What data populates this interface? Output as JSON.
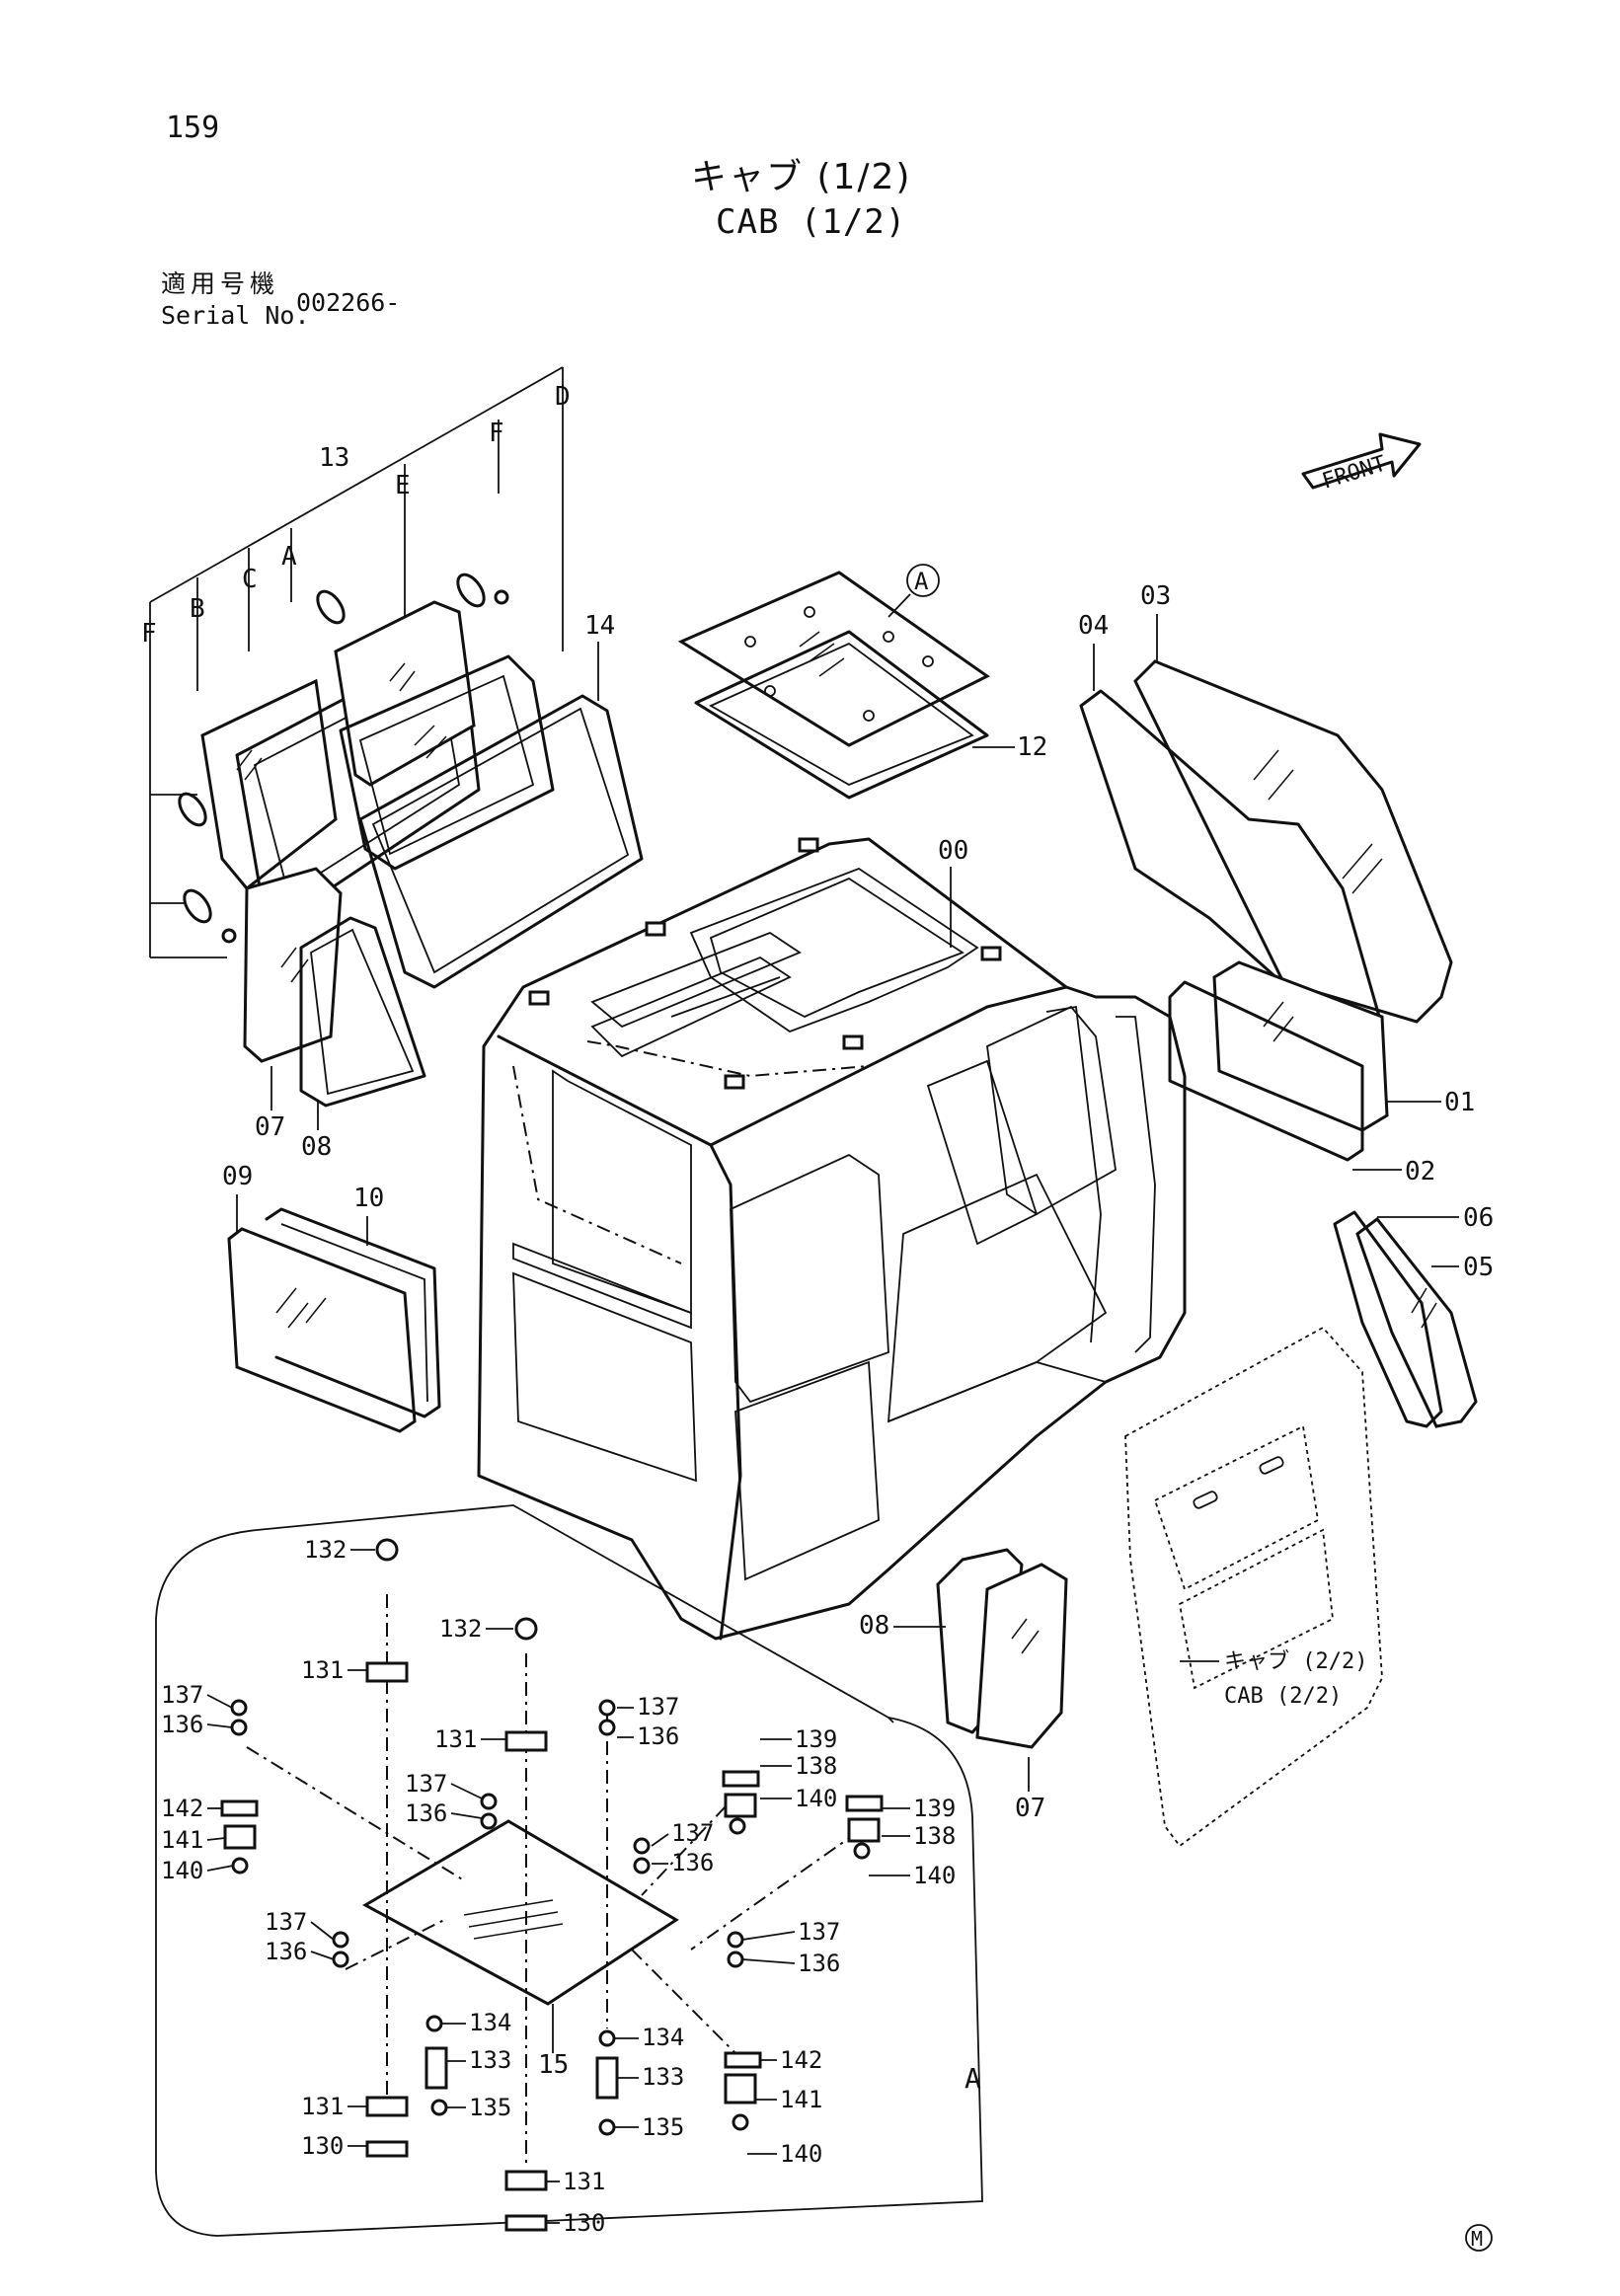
{
  "header": {
    "page_number": "159",
    "title_jp": "キャブ (1/2)",
    "title_en": "CAB (1/2)",
    "serial_label_jp": "適用号機",
    "serial_label_en": "Serial No.",
    "serial_value": "002266-"
  },
  "front_indicator": "FRONT",
  "view_marker": "A",
  "detail_letter": "A",
  "group_letters": {
    "f1": "F",
    "b": "B",
    "c": "C",
    "a": "A",
    "e": "E",
    "f2": "F",
    "d": "D"
  },
  "callouts": {
    "c00": "00",
    "c01": "01",
    "c02": "02",
    "c03": "03",
    "c04": "04",
    "c05": "05",
    "c06": "06",
    "c07a": "07",
    "c07b": "07",
    "c08a": "08",
    "c08b": "08",
    "c09": "09",
    "c10": "10",
    "c12": "12",
    "c13": "13",
    "c14": "14",
    "c15": "15",
    "c130a": "130",
    "c130b": "130",
    "c131a": "131",
    "c131b": "131",
    "c131c": "131",
    "c131d": "131",
    "c132a": "132",
    "c132b": "132",
    "c133a": "133",
    "c133b": "133",
    "c134a": "134",
    "c134b": "134",
    "c135a": "135",
    "c135b": "135",
    "c136a": "136",
    "c136b": "136",
    "c136c": "136",
    "c136d": "136",
    "c136e": "136",
    "c136f": "136",
    "c137a": "137",
    "c137b": "137",
    "c137c": "137",
    "c137d": "137",
    "c137e": "137",
    "c137f": "137",
    "c138a": "138",
    "c138b": "138",
    "c139a": "139",
    "c139b": "139",
    "c140a": "140",
    "c140b": "140",
    "c140c": "140",
    "c140d": "140",
    "c141a": "141",
    "c141b": "141",
    "c142a": "142",
    "c142b": "142"
  },
  "cross_ref_jp": "キャブ (2/2)",
  "cross_ref_en": "CAB (2/2)",
  "footer_mark": "M"
}
